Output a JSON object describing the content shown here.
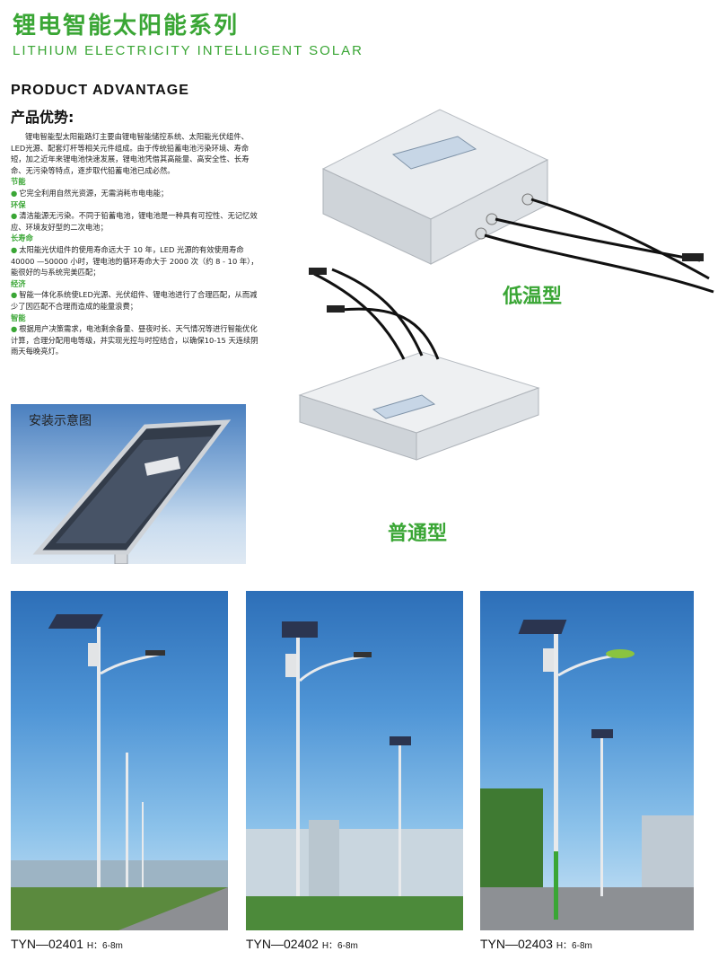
{
  "header": {
    "title_cn": "锂电智能太阳能系列",
    "title_en": "LITHIUM ELECTRICITY INTELLIGENT SOLAR"
  },
  "advantage": {
    "title_en": "PRODUCT ADVANTAGE",
    "title_cn": "产品优势:",
    "intro": "锂电智能型太阳能路灯主要由锂电智能储控系统、太阳能光伏组件、LED光源、配套灯杆等相关元件组成。由于传统铅蓄电池污染环境、寿命短，加之近年来锂电池快速发展，锂电池凭借其高能量、高安全性、长寿命、无污染等特点，逐步取代铅蓄电池已成必然。",
    "sections": [
      {
        "head": "节能",
        "text": "它完全利用自然光资源，无需消耗市电电能；"
      },
      {
        "head": "环保",
        "text": "清洁能源无污染。不同于铅蓄电池，锂电池是一种具有可控性、无记忆效应、环境友好型的二次电池；"
      },
      {
        "head": "长寿命",
        "text": "太阳能光伏组件的使用寿命远大于 10 年，LED 光源的有效使用寿命 40000 —50000 小时，锂电池的循环寿命大于 2000 次（约 8 - 10 年），能很好的与系统完美匹配；"
      },
      {
        "head": "经济",
        "text": "智能一体化系统使LED光源、光伏组件、锂电池进行了合理匹配，从而减少了因匹配不合理而造成的能量浪费；"
      },
      {
        "head": "智能",
        "text": "根据用户决策需求，电池剩余备量、昼夜时长、天气情况等进行智能优化计算，合理分配用电等级，并实现光控与时控结合，以确保10-15 天连续阴雨天每晚亮灯。"
      }
    ]
  },
  "install_label": "安装示意图",
  "box_low_temp": "低温型",
  "box_normal": "普通型",
  "products": [
    {
      "model": "TYN—02401",
      "height": "H：6-8m"
    },
    {
      "model": "TYN—02402",
      "height": "H：6-8m"
    },
    {
      "model": "TYN—02403",
      "height": "H：6-8m"
    }
  ]
}
